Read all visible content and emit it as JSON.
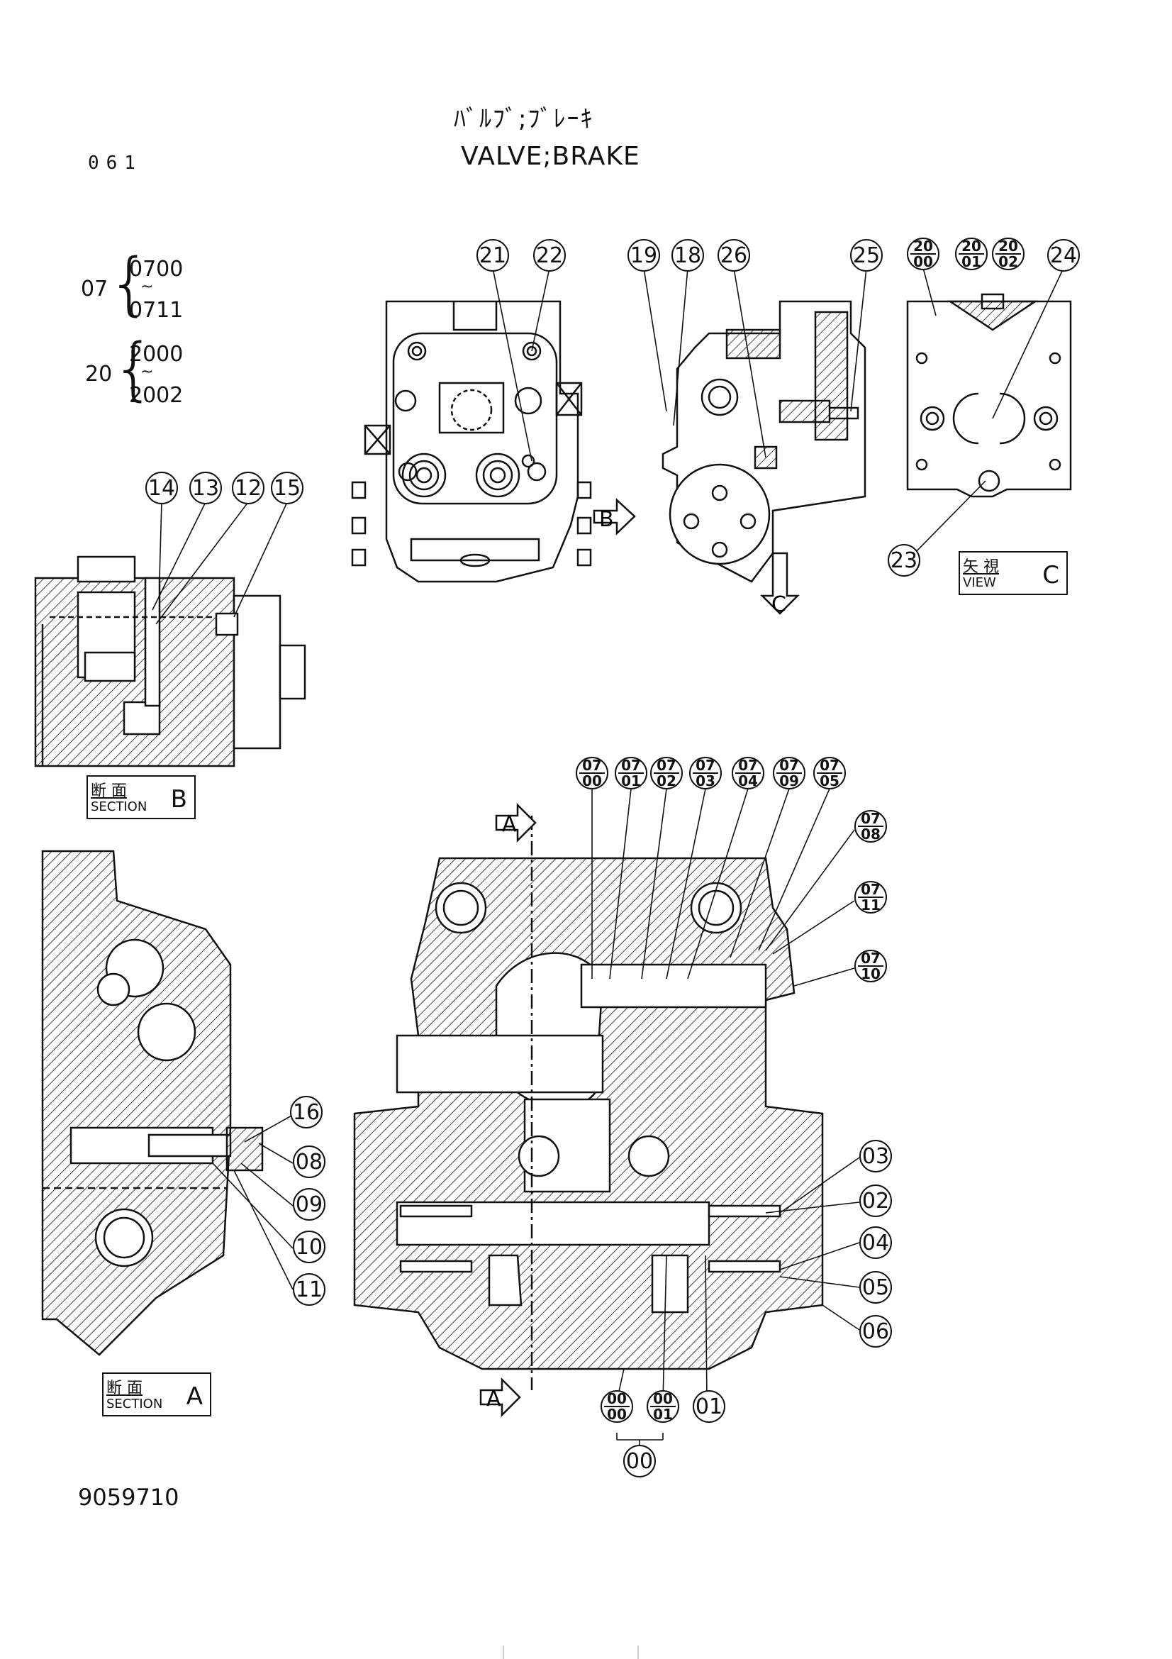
{
  "header": {
    "title_jp": "ﾊﾞﾙﾌﾞ;ﾌﾞﾚｰｷ",
    "title_en": "VALVE;BRAKE",
    "page_number": "061"
  },
  "footer": {
    "drawing_number": "9059710"
  },
  "ranges": [
    {
      "lead": "07",
      "from": "0700",
      "sep": "~",
      "to": "0711"
    },
    {
      "lead": "20",
      "from": "2000",
      "sep": "~",
      "to": "2002"
    }
  ],
  "views": {
    "section_b": {
      "jp": "断 面",
      "en": "SECTION",
      "letter": "B"
    },
    "section_a": {
      "jp": "断 面",
      "en": "SECTION",
      "letter": "A"
    },
    "view_c": {
      "jp": "矢 視",
      "en": "VIEW",
      "letter": "C"
    }
  },
  "arrows": {
    "b": "B",
    "c": "C",
    "a_top": "A",
    "a_bottom": "A"
  },
  "callouts": {
    "top": [
      "21",
      "22",
      "19",
      "18",
      "26",
      "25",
      "24",
      "23"
    ],
    "top_frac": [
      [
        "20",
        "00"
      ],
      [
        "20",
        "01"
      ],
      [
        "20",
        "02"
      ]
    ],
    "section_b": [
      "14",
      "13",
      "12",
      "15"
    ],
    "section_a": [
      "16",
      "08",
      "09",
      "10",
      "11"
    ],
    "main_frac": [
      [
        "07",
        "00"
      ],
      [
        "07",
        "01"
      ],
      [
        "07",
        "02"
      ],
      [
        "07",
        "03"
      ],
      [
        "07",
        "04"
      ],
      [
        "07",
        "09"
      ],
      [
        "07",
        "05"
      ],
      [
        "07",
        "08"
      ],
      [
        "07",
        "11"
      ],
      [
        "07",
        "10"
      ],
      [
        "00",
        "00"
      ],
      [
        "00",
        "01"
      ]
    ],
    "main": [
      "03",
      "02",
      "04",
      "05",
      "06",
      "01",
      "00"
    ]
  },
  "colors": {
    "ink": "#111111",
    "paper": "#ffffff"
  }
}
